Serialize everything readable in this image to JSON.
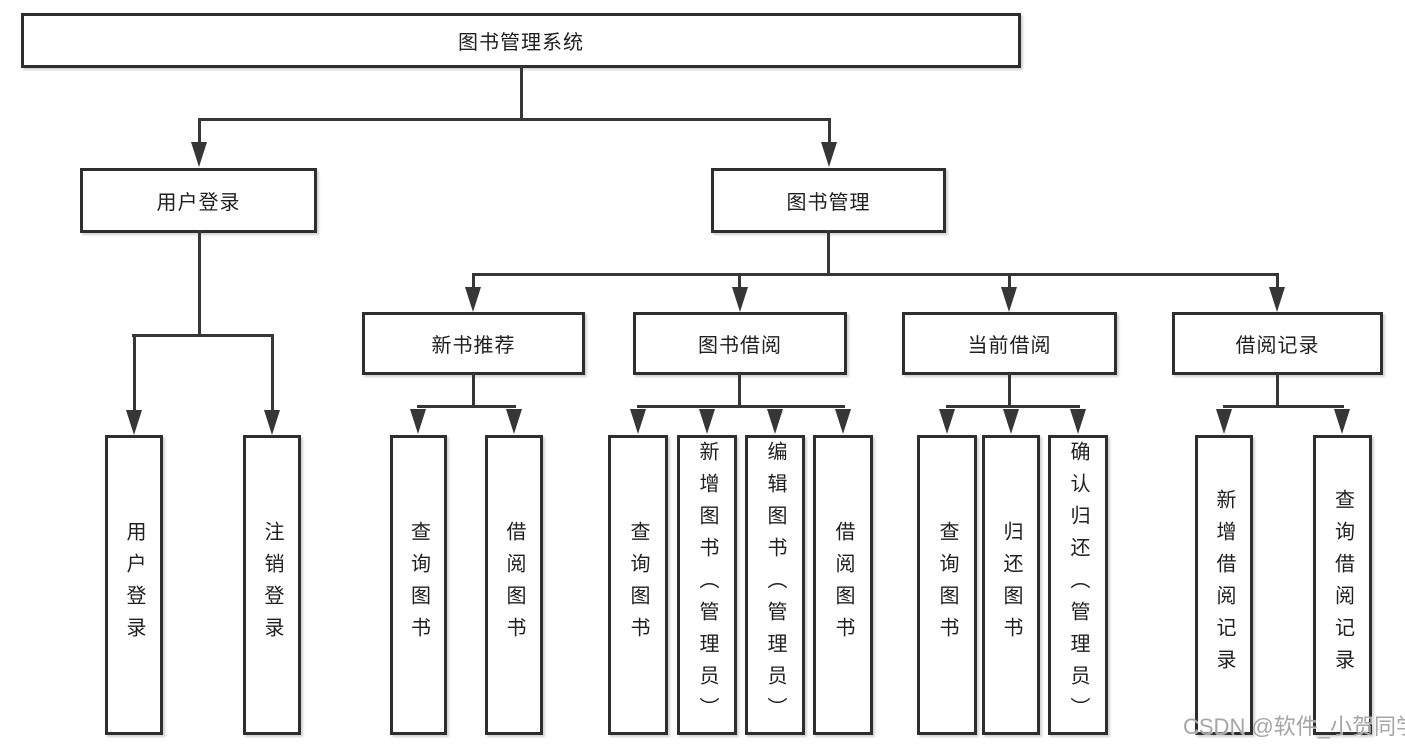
{
  "tree": {
    "root": {
      "label": "图书管理系统"
    },
    "branches": [
      {
        "label": "用户登录",
        "children": [
          {
            "label": "用户登录"
          },
          {
            "label": "注销登录"
          }
        ]
      },
      {
        "label": "图书管理",
        "children": [
          {
            "label": "新书推荐",
            "children": [
              {
                "label": "查询图书"
              },
              {
                "label": "借阅图书"
              }
            ]
          },
          {
            "label": "图书借阅",
            "children": [
              {
                "label": "查询图书"
              },
              {
                "label": "新增图书（管理员）"
              },
              {
                "label": "编辑图书（管理员）"
              },
              {
                "label": "借阅图书"
              }
            ]
          },
          {
            "label": "当前借阅",
            "children": [
              {
                "label": "查询图书"
              },
              {
                "label": "归还图书"
              },
              {
                "label": "确认归还（管理员）"
              }
            ]
          },
          {
            "label": "借阅记录",
            "children": [
              {
                "label": "新增借阅记录"
              },
              {
                "label": "查询借阅记录"
              }
            ]
          }
        ]
      }
    ]
  },
  "watermark": {
    "text": "CSDN @软件_小贺同学"
  },
  "colors": {
    "line": "#363636",
    "box_border": "#2e2e2e",
    "box_fill": "#ffffff",
    "text": "#1f1f1f",
    "watermark": "#a6a6a6",
    "background": "#ffffff"
  }
}
